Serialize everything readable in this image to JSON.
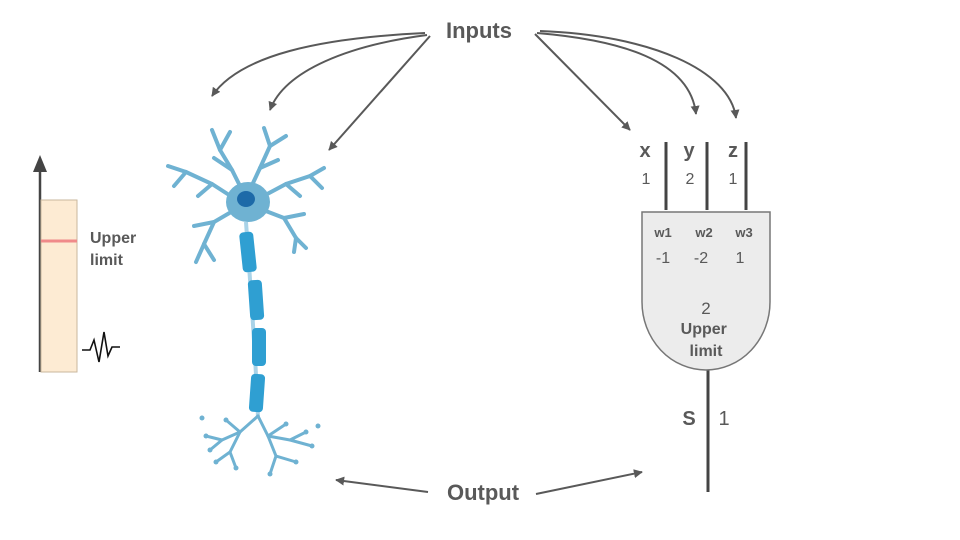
{
  "labels": {
    "inputs": "Inputs",
    "output": "Output"
  },
  "meter": {
    "limit_label_line1": "Upper",
    "limit_label_line2": "limit"
  },
  "gate": {
    "inputs": [
      {
        "name": "x",
        "value": "1",
        "weight_name": "w1",
        "weight": "-1"
      },
      {
        "name": "y",
        "value": "2",
        "weight_name": "w2",
        "weight": "-2"
      },
      {
        "name": "z",
        "value": "1",
        "weight_name": "w3",
        "weight": "1"
      }
    ],
    "threshold": "2",
    "threshold_label_line1": "Upper",
    "threshold_label_line2": "limit",
    "output_name": "S",
    "output_value": "1"
  },
  "colors": {
    "text": "#595959",
    "arrow": "#595959",
    "neuron": "#6fb2d2",
    "neuron_dark": "#3d8fc0",
    "myelin": "#2f9fd2",
    "meter_fill": "#fdebd3",
    "meter_limit": "#f08a8a",
    "gate_fill": "#ececec"
  }
}
